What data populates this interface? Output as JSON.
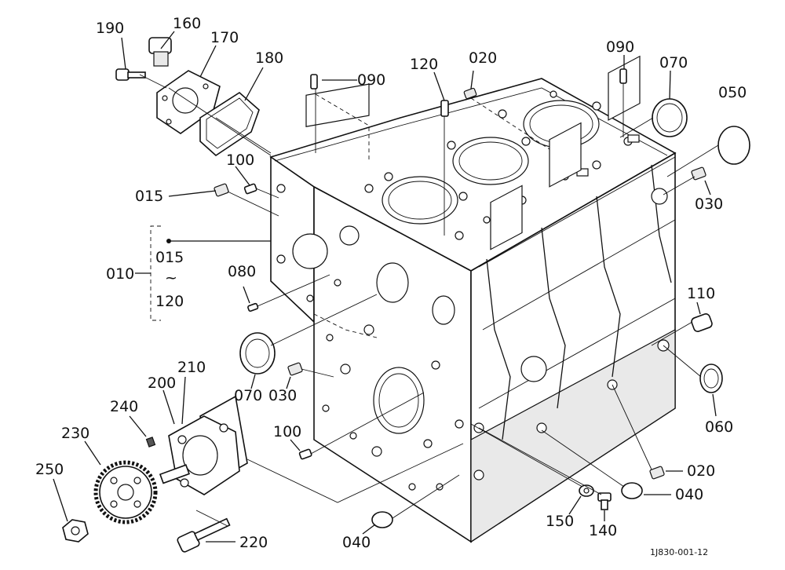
{
  "diagram": {
    "labels": [
      {
        "id": "l190",
        "text": "190"
      },
      {
        "id": "l160",
        "text": "160"
      },
      {
        "id": "l170",
        "text": "170"
      },
      {
        "id": "l180",
        "text": "180"
      },
      {
        "id": "l090a",
        "text": "090"
      },
      {
        "id": "l120a",
        "text": "120"
      },
      {
        "id": "l020a",
        "text": "020"
      },
      {
        "id": "l090b",
        "text": "090"
      },
      {
        "id": "l070a",
        "text": "070"
      },
      {
        "id": "l050",
        "text": "050"
      },
      {
        "id": "l100a",
        "text": "100"
      },
      {
        "id": "l015a",
        "text": "015"
      },
      {
        "id": "l030a",
        "text": "030"
      },
      {
        "id": "l010",
        "text": "010"
      },
      {
        "id": "l015b",
        "text": "015"
      },
      {
        "id": "ltilde",
        "text": "~"
      },
      {
        "id": "l120b",
        "text": "120"
      },
      {
        "id": "l080",
        "text": "080"
      },
      {
        "id": "l110",
        "text": "110"
      },
      {
        "id": "l070b",
        "text": "070"
      },
      {
        "id": "l030b",
        "text": "030"
      },
      {
        "id": "l210",
        "text": "210"
      },
      {
        "id": "l200",
        "text": "200"
      },
      {
        "id": "l240",
        "text": "240"
      },
      {
        "id": "l230",
        "text": "230"
      },
      {
        "id": "l060",
        "text": "060"
      },
      {
        "id": "l100b",
        "text": "100"
      },
      {
        "id": "l250",
        "text": "250"
      },
      {
        "id": "l020b",
        "text": "020"
      },
      {
        "id": "l040a",
        "text": "040"
      },
      {
        "id": "l150",
        "text": "150"
      },
      {
        "id": "l140",
        "text": "140"
      },
      {
        "id": "l220",
        "text": "220"
      },
      {
        "id": "l040b",
        "text": "040"
      }
    ],
    "figure_code": "1J830-001-12"
  }
}
